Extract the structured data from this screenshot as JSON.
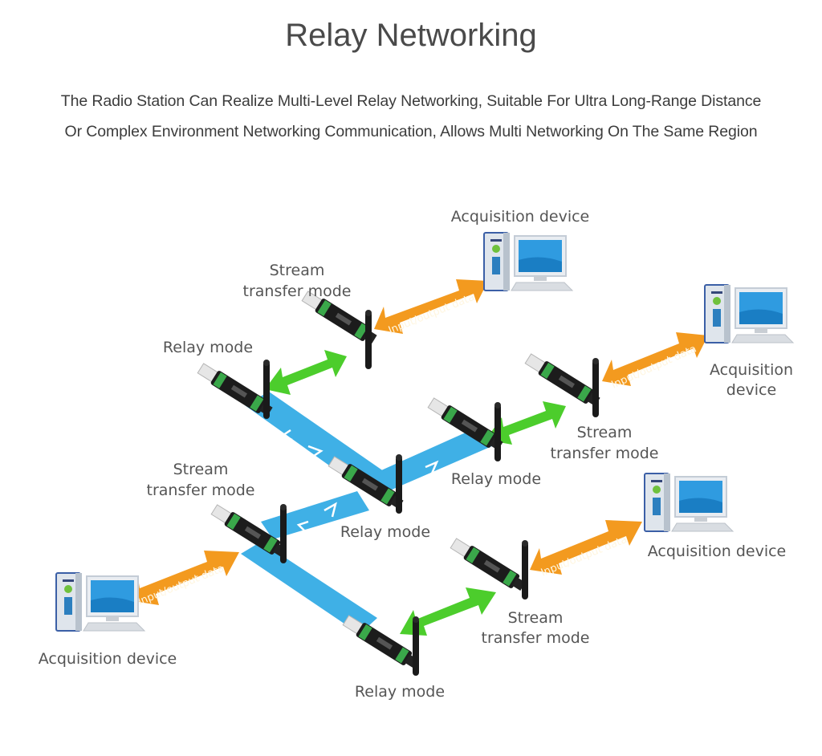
{
  "header": {
    "title": "Relay Networking",
    "subtitle_line1": "The Radio Station Can Realize Multi-Level Relay Networking, Suitable For Ultra Long-Range Distance",
    "subtitle_line2": "Or Complex Environment Networking Communication, Allows Multi Networking On The Same Region"
  },
  "colors": {
    "relay_link": "#3fb0e6",
    "wireless_link": "#4ccd2c",
    "data_link": "#f39a1f",
    "text": "#555555"
  },
  "diagram": {
    "arrow_label": "Input/output data",
    "stream_label_line1": "Stream",
    "stream_label_line2": "transfer mode",
    "relay_label": "Relay mode",
    "acq_label": "Acquisition device",
    "acq_label_line1": "Acquisition",
    "acq_label_line2": "device",
    "nodes": [
      {
        "id": "stream-top",
        "mode": "Stream transfer mode"
      },
      {
        "id": "relay-top-left",
        "mode": "Relay mode"
      },
      {
        "id": "relay-center",
        "mode": "Relay mode"
      },
      {
        "id": "relay-right",
        "mode": "Relay mode"
      },
      {
        "id": "stream-right",
        "mode": "Stream transfer mode"
      },
      {
        "id": "stream-left",
        "mode": "Stream transfer mode"
      },
      {
        "id": "relay-bottom",
        "mode": "Relay mode"
      },
      {
        "id": "stream-bottom-right",
        "mode": "Stream transfer mode"
      }
    ],
    "computers": [
      {
        "id": "pc-top",
        "label": "Acquisition device"
      },
      {
        "id": "pc-right",
        "label": "Acquisition device"
      },
      {
        "id": "pc-bottom-right",
        "label": "Acquisition device"
      },
      {
        "id": "pc-left",
        "label": "Acquisition device"
      }
    ]
  }
}
